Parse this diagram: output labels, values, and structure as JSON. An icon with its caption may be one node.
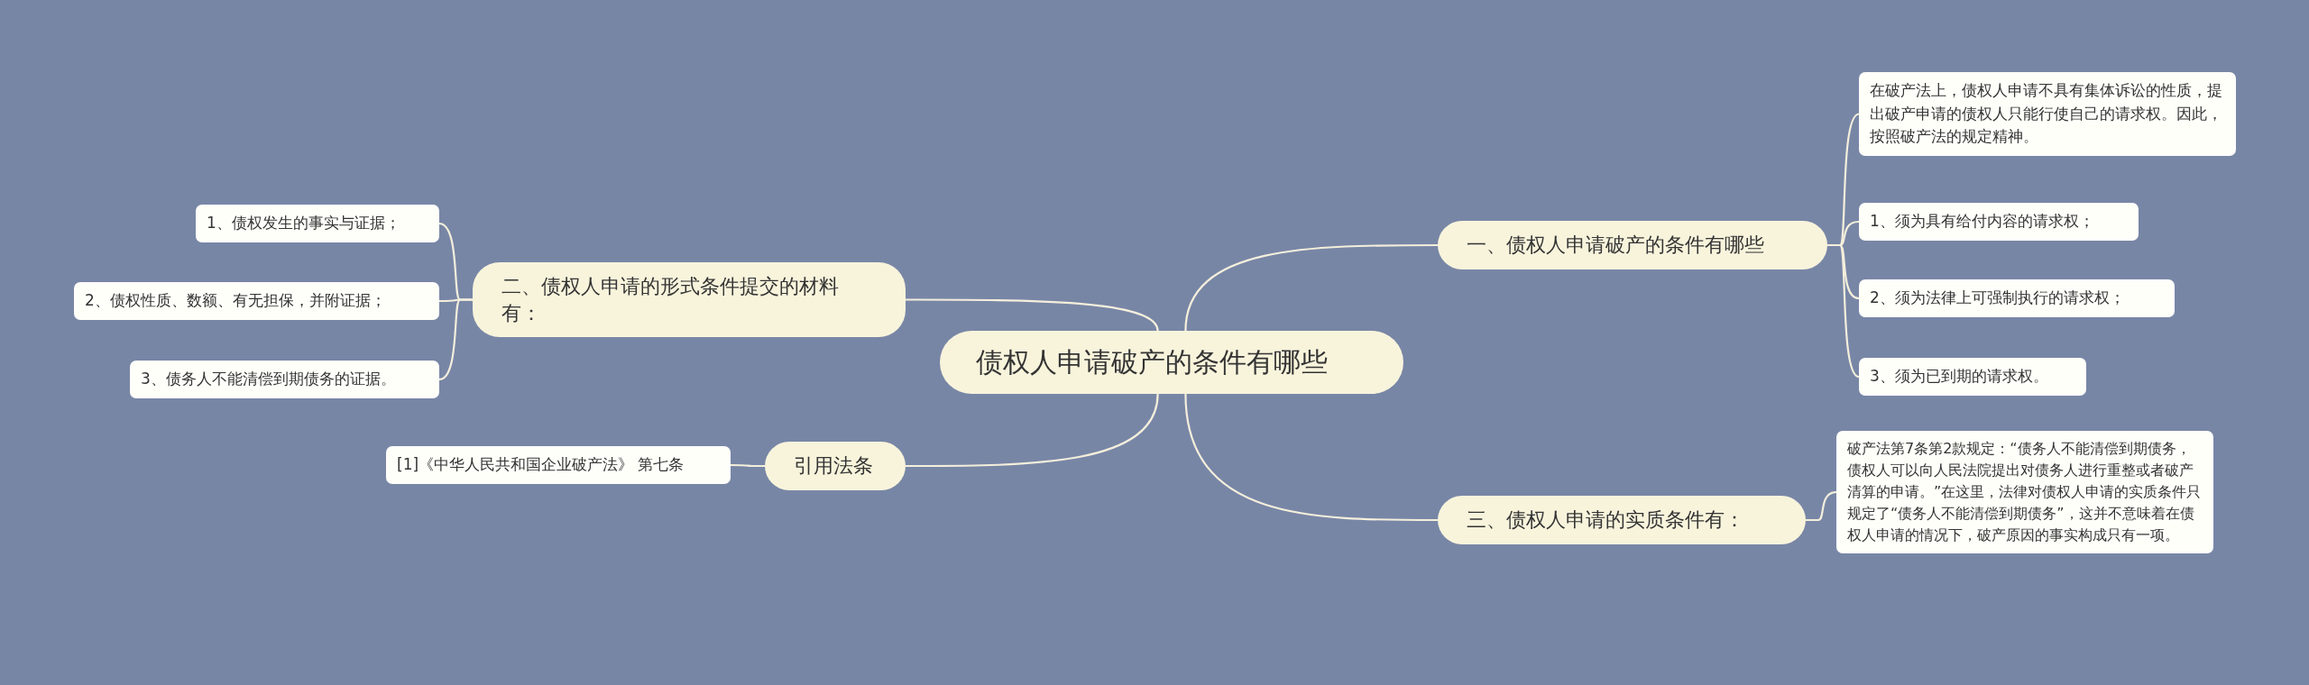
{
  "diagram": {
    "nodes": [
      {
        "text": [
          "债权人申请破产的条件有哪些"
        ]
      },
      {
        "text": [
          "一、债权人申请破产的条件有哪些"
        ]
      },
      {
        "text": [
          "在破产法上，债权人申请不具有集体诉讼的性质，提出破产申请的债权人只能行使自己的请求权。因此，按照破产法的规定精神。"
        ]
      },
      {
        "text": [
          "1、须为具有给付内容的请求权；"
        ]
      },
      {
        "text": [
          "2、须为法律上可强制执行的请求权；"
        ]
      },
      {
        "text": [
          "3、须为已到期的请求权。"
        ]
      },
      {
        "text": [
          "三、债权人申请的实质条件有："
        ]
      },
      {
        "text": [
          "破产法第7条第2款规定：“债务人不能清偿到期债务，债权人可以向人民法院提出对债务人进行重整或者破产清算的申请。”在这里，法律对债权人申请的实质条件只规定了“债务人不能清偿到期债务”，这并不意味着在债权人申请的情况下，破产原因的事实构成只有一项。"
        ]
      },
      {
        "text": [
          "二、债权人申请的形式条件提交的材料有："
        ]
      },
      {
        "text": [
          "1、债权发生的事实与证据；"
        ]
      },
      {
        "text": [
          "2、债权性质、数额、有无担保，并附证据；"
        ]
      },
      {
        "text": [
          "3、债务人不能清偿到期债务的证据。"
        ]
      },
      {
        "text": [
          "引用法条"
        ]
      },
      {
        "text": [
          "[1]《中华人民共和国企业破产法》 第七条"
        ]
      }
    ],
    "edges": [
      {
        "from": 0,
        "to": 1,
        "arrow": "none"
      },
      {
        "from": 1,
        "to": 2,
        "arrow": "none"
      },
      {
        "from": 1,
        "to": 3,
        "arrow": "none"
      },
      {
        "from": 1,
        "to": 4,
        "arrow": "none"
      },
      {
        "from": 1,
        "to": 5,
        "arrow": "none"
      },
      {
        "from": 0,
        "to": 6,
        "arrow": "none"
      },
      {
        "from": 6,
        "to": 7,
        "arrow": "none"
      },
      {
        "from": 0,
        "to": 8,
        "arrow": "none"
      },
      {
        "from": 8,
        "to": 9,
        "arrow": "none"
      },
      {
        "from": 8,
        "to": 10,
        "arrow": "none"
      },
      {
        "from": 8,
        "to": 11,
        "arrow": "none"
      },
      {
        "from": 0,
        "to": 12,
        "arrow": "none"
      },
      {
        "from": 12,
        "to": 13,
        "arrow": "none"
      }
    ]
  }
}
